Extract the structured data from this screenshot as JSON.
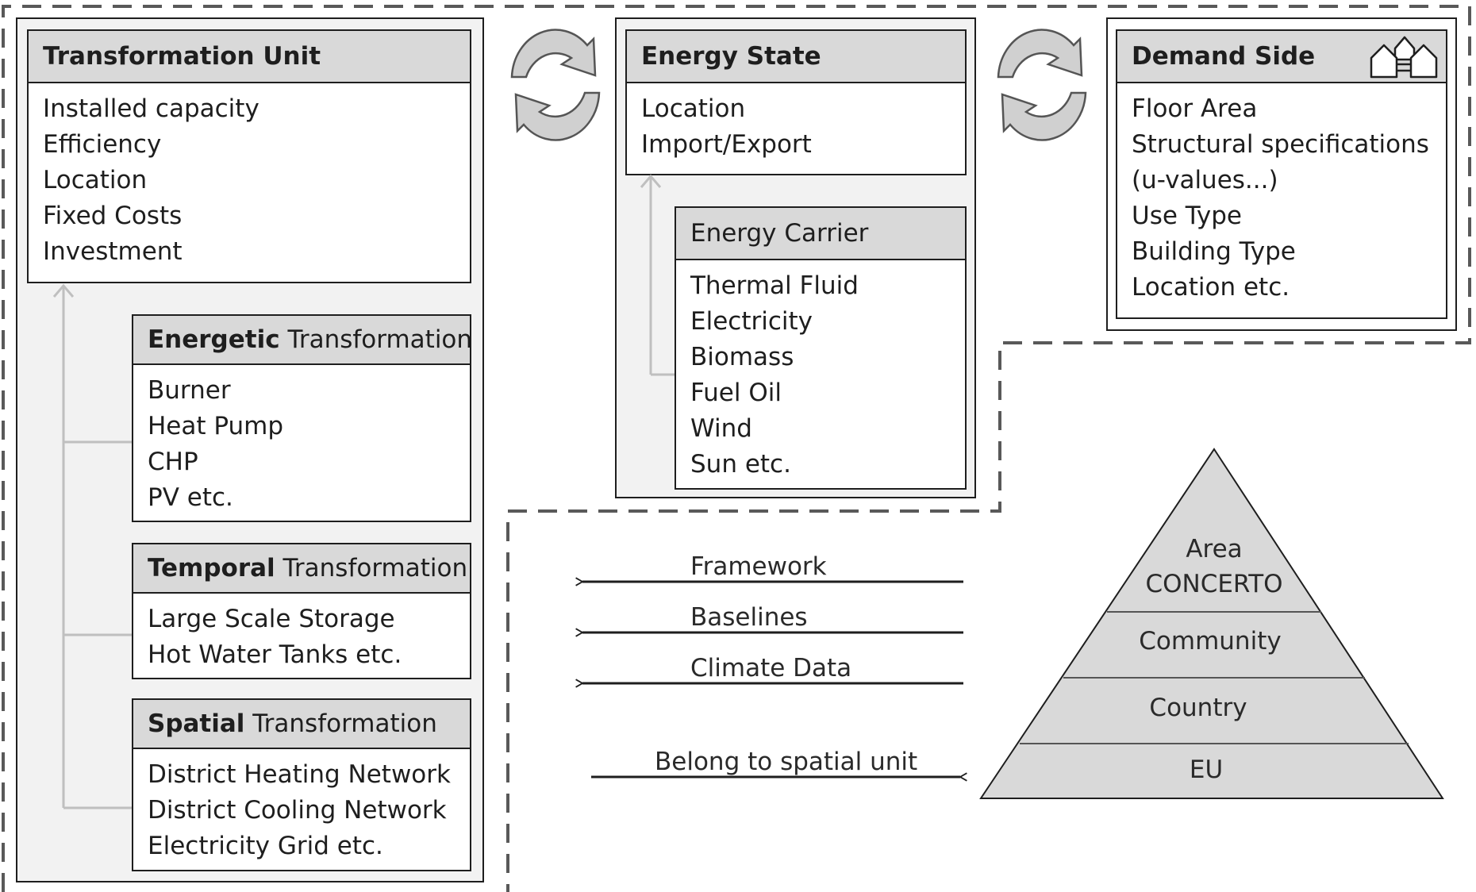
{
  "transformation_unit": {
    "title": "Transformation Unit",
    "attributes": [
      "Installed capacity",
      "Efficiency",
      "Location",
      "Fixed Costs",
      "Investment"
    ],
    "energetic": {
      "title_bold": "Energetic",
      "title_rest": " Transformation",
      "items": [
        "Burner",
        "Heat Pump",
        "CHP",
        "PV etc."
      ]
    },
    "temporal": {
      "title_bold": "Temporal",
      "title_rest": " Transformation",
      "items": [
        "Large Scale Storage",
        "Hot Water Tanks etc."
      ]
    },
    "spatial": {
      "title_bold": "Spatial",
      "title_rest": " Transformation",
      "items": [
        "District Heating Network",
        "District Cooling Network",
        "Electricity Grid etc."
      ]
    }
  },
  "energy_state": {
    "title": "Energy State",
    "attributes": [
      "Location",
      "Import/Export"
    ],
    "carrier": {
      "title": "Energy Carrier",
      "items": [
        "Thermal Fluid",
        "Electricity",
        "Biomass",
        "Fuel Oil",
        "Wind",
        "Sun etc."
      ]
    }
  },
  "demand_side": {
    "title": "Demand Side",
    "icon": "houses-icon",
    "attributes": [
      "Floor Area",
      "Structural specifications",
      "(u-values...)",
      "Use Type",
      "Building Type",
      "Location etc."
    ]
  },
  "relations": {
    "framework": "Framework",
    "baselines": "Baselines",
    "climate": "Climate Data",
    "belong": "Belong to spatial unit"
  },
  "pyramid": {
    "levels": [
      "Area\nCONCERTO",
      "Community",
      "Country",
      "EU"
    ]
  },
  "colors": {
    "header_fill": "#d9d9d9",
    "panel_fill": "#f2f2f2",
    "connector": "#bfbfbf",
    "dashed": "#595959",
    "cycle_fill": "#d0d0d0"
  }
}
